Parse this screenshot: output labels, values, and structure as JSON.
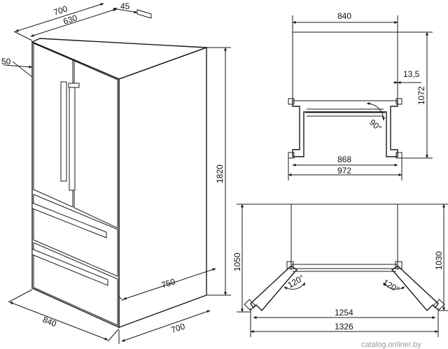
{
  "diagram": {
    "iso": {
      "d700_top": "700",
      "d630": "630",
      "d45": "45",
      "d50": "50",
      "d1820": "1820",
      "d750": "750",
      "d840": "840",
      "d700_bottom": "700"
    },
    "top_view_closed": {
      "d840": "840",
      "d1072": "1072",
      "d13_5": "13,5",
      "angle": "90°",
      "d868": "868",
      "d972": "972"
    },
    "top_view_open": {
      "d1050": "1050",
      "d1030": "1030",
      "angle_left": "120°",
      "angle_right": "120°",
      "d1254": "1254",
      "d1326": "1326"
    },
    "watermark": "catalog.onliner.by"
  }
}
